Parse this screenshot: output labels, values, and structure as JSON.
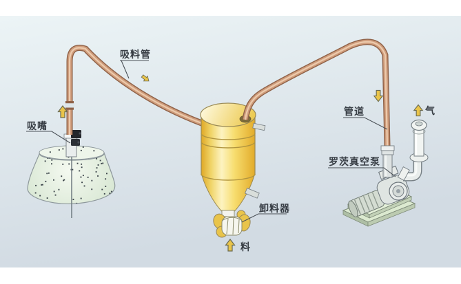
{
  "diagram": {
    "type": "pneumatic-vacuum-conveying-system",
    "labels": {
      "suction_pipe": "吸料管",
      "suction_nozzle": "吸嘴",
      "pipe": "管道",
      "air": "气",
      "roots_vacuum_pump": "罗茨真空泵",
      "discharger": "卸料器",
      "material": "料"
    },
    "colors": {
      "panel_top": "#ecf4f6",
      "panel_bottom": "#d2dbe3",
      "pipe_dark": "#8f6248",
      "pipe_mid": "#cf9c7b",
      "pipe_light": "#eccaac",
      "tank_dark": "#dfa826",
      "tank_mid": "#f7dd6e",
      "tank_light": "#fdf3c0",
      "tank_top_light": "#fdf6d4",
      "tank_top_dark": "#ecc94e",
      "arrow_fill": "#e9c44a",
      "arrow_stroke": "#6a6a50",
      "base_green": "#dcead0",
      "base_green_dark": "#b4c4aa",
      "pile_light": "#f4f9f0",
      "pile_dark": "#d5e5d0"
    }
  }
}
